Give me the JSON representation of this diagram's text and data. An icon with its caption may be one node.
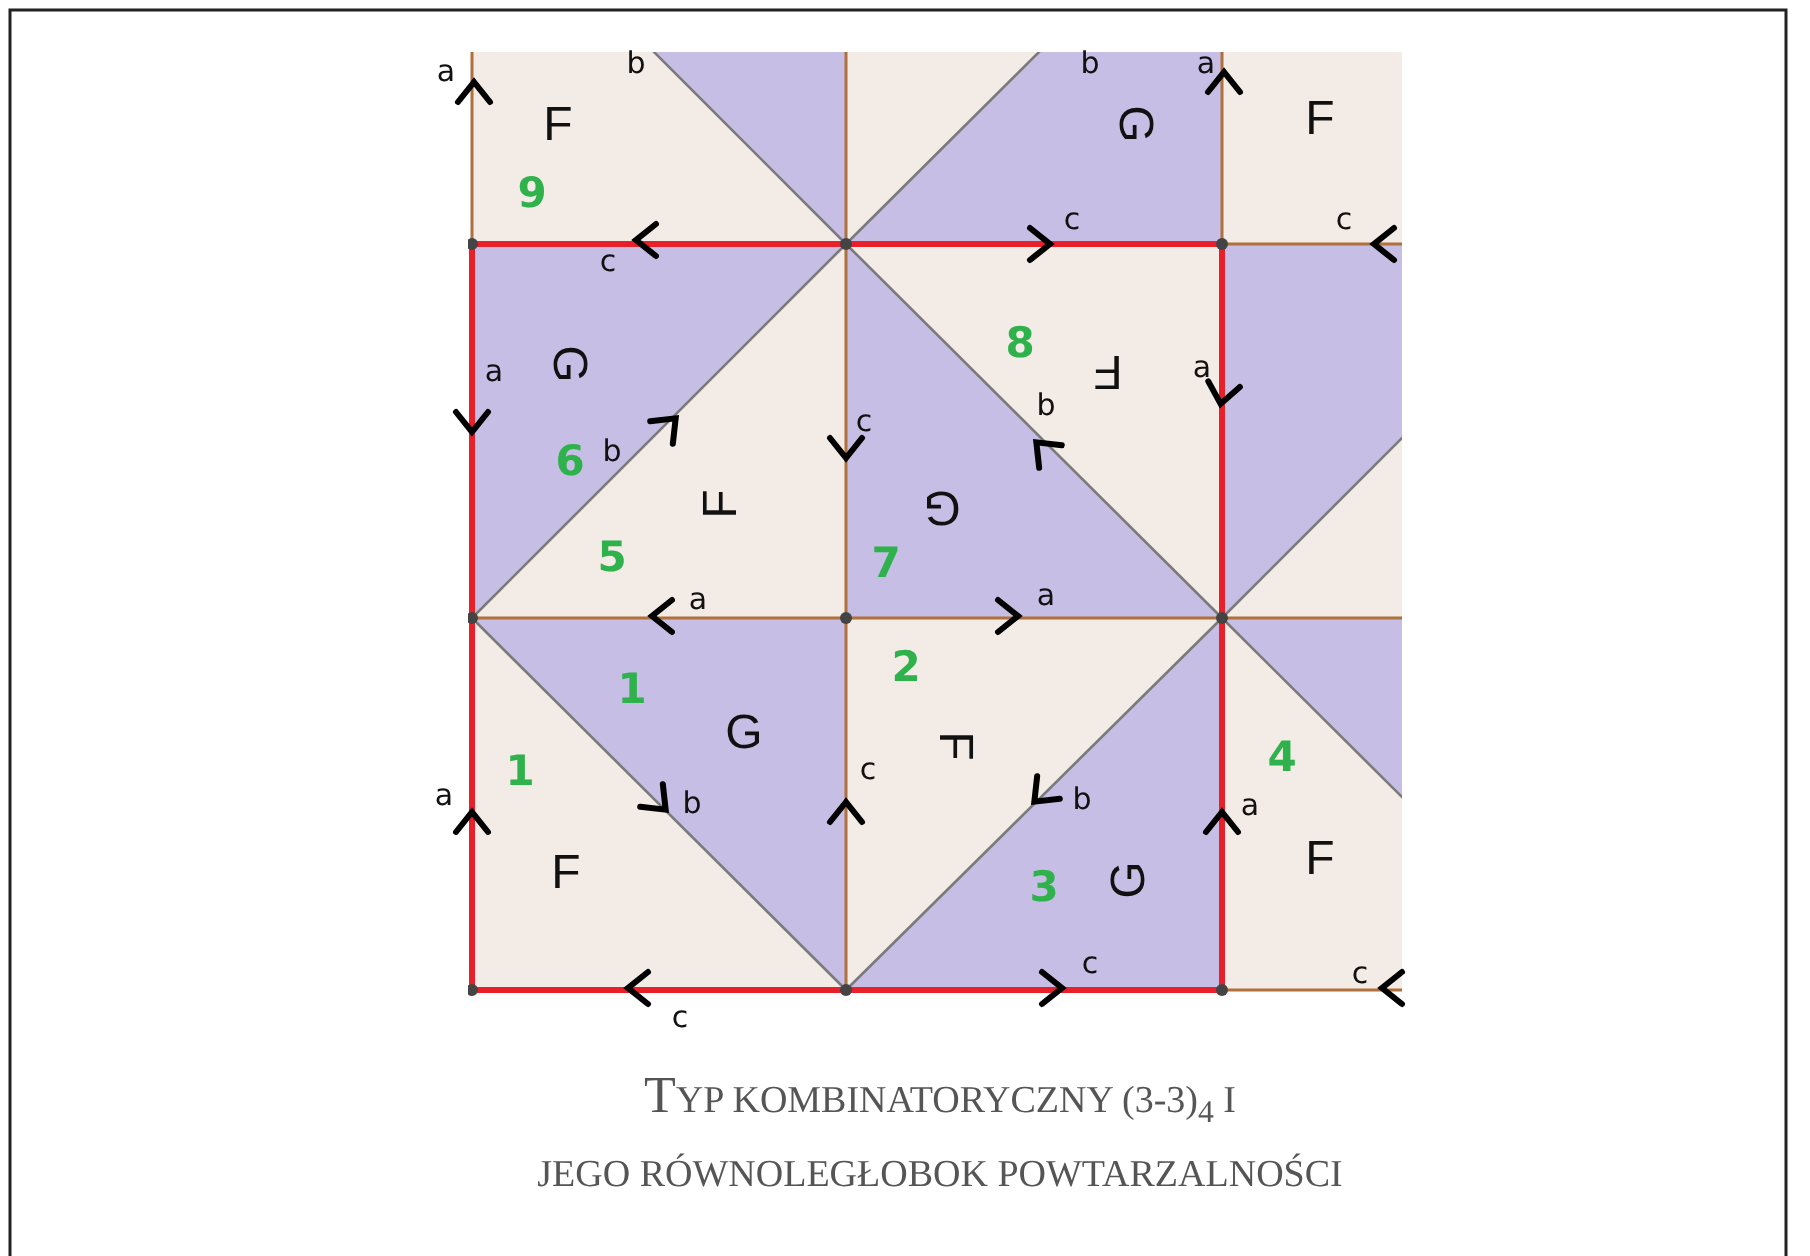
{
  "diagram": {
    "caption": "TYP KOMBINATORYCZNY (3-3)$_{4}$ I JEGO RÓWNOLEGŁOBOK POWTARZALNOŚCI",
    "labels": [
      "a",
      "b",
      "b",
      "a",
      "F",
      "G",
      "F",
      "9",
      "c",
      "c",
      "c",
      "a",
      "G",
      "8",
      "F",
      "a",
      "b",
      "6",
      "b",
      "c",
      "F",
      "G",
      "5",
      "7",
      "a",
      "a",
      "2",
      "1",
      "G",
      "F",
      "4",
      "1",
      "a",
      "b",
      "c",
      "b",
      "a",
      "F",
      "G",
      "F",
      "3",
      "c",
      "c",
      "c"
    ]
  }
}
